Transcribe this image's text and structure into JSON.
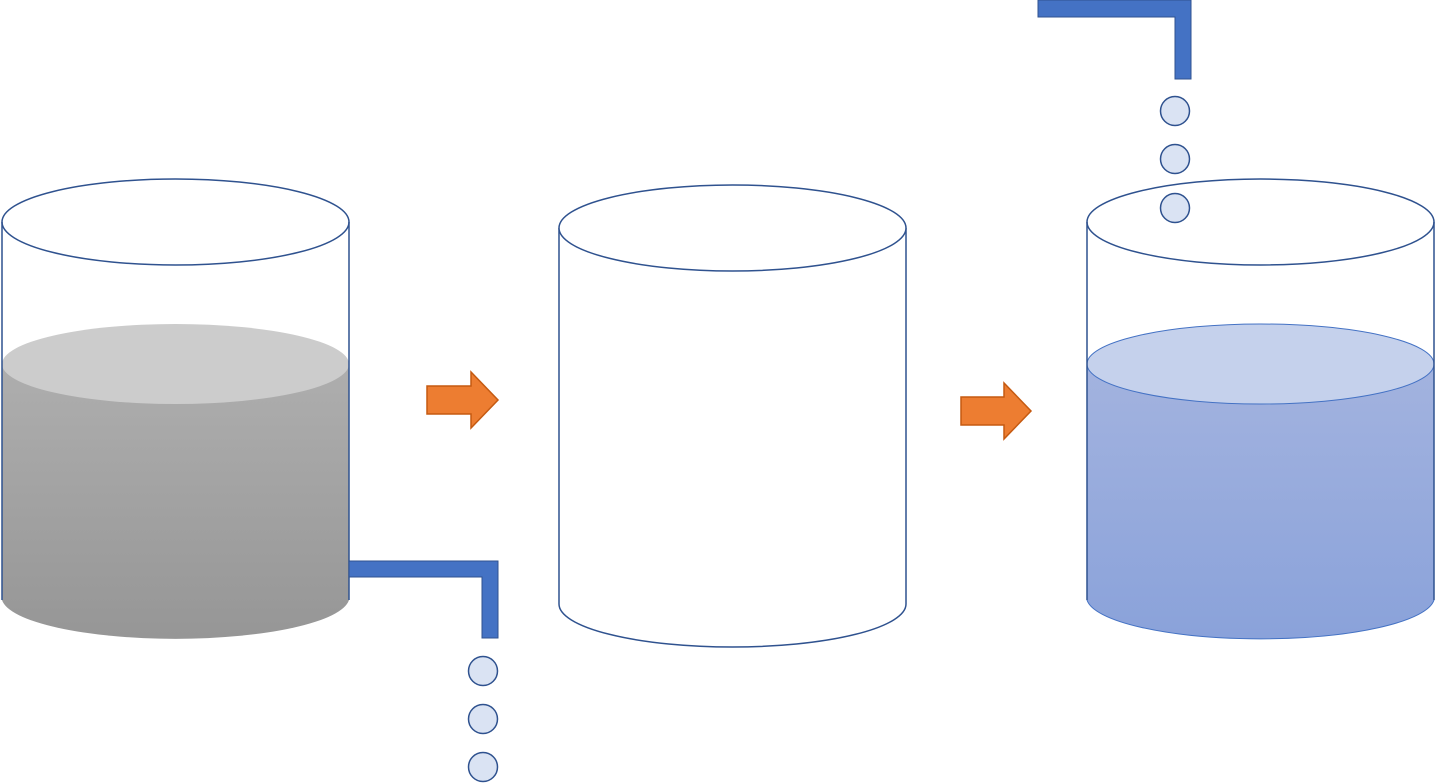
{
  "colors": {
    "outline": "#2f528f",
    "pipe": "#4472c4",
    "drop_fill": "#dae3f3",
    "arrow_fill": "#ed7d31",
    "arrow_stroke": "#c55a11",
    "grey_liquid_top": "#cccccc",
    "grey_liquid_upper": "#aeaeae",
    "grey_liquid_lower": "#969696",
    "blue_liquid_top": "#c5d1ec",
    "blue_liquid_upper": "#a3b3df",
    "blue_liquid_lower": "#8aa2da"
  },
  "diagram": {
    "tanks": [
      {
        "id": "source-tank",
        "liquid": "grey",
        "fill_level": 0.73
      },
      {
        "id": "empty-tank",
        "liquid": "none",
        "fill_level": 0
      },
      {
        "id": "filled-tank",
        "liquid": "blue",
        "fill_level": 0.73
      }
    ],
    "arrows": [
      "right-arrow",
      "right-arrow"
    ],
    "drops_per_pipe": 3
  }
}
